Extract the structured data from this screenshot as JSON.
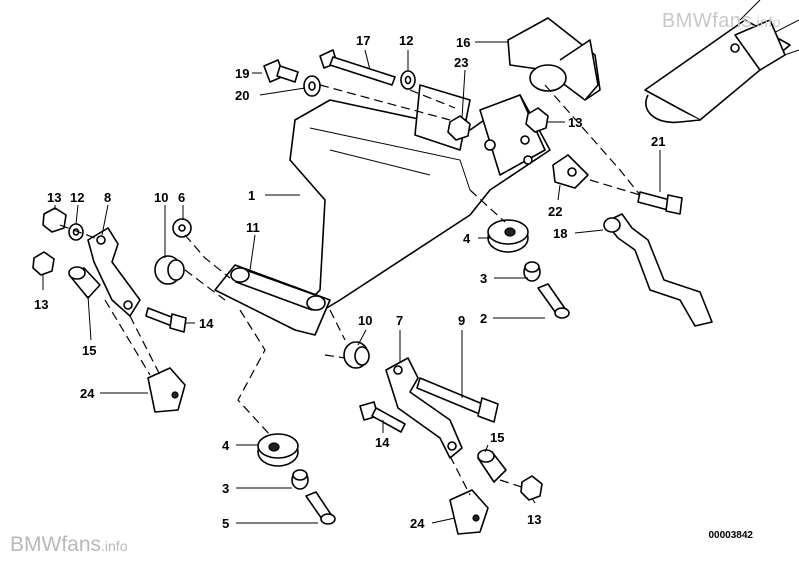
{
  "watermark": {
    "brand": "BMWfans",
    "suffix": ".info"
  },
  "diagram_code": "00003842",
  "callouts": {
    "c1": "1",
    "c2": "2",
    "c3a": "3",
    "c3b": "3",
    "c4a": "4",
    "c4b": "4",
    "c5": "5",
    "c6": "6",
    "c7": "7",
    "c8": "8",
    "c9": "9",
    "c10a": "10",
    "c10b": "10",
    "c11": "11",
    "c12a": "12",
    "c12b": "12",
    "c13a": "13",
    "c13b": "13",
    "c13c": "13",
    "c13d": "13",
    "c14a": "14",
    "c14b": "14",
    "c15a": "15",
    "c15b": "15",
    "c16": "16",
    "c17": "17",
    "c18": "18",
    "c19": "19",
    "c20": "20",
    "c21": "21",
    "c22": "22",
    "c23": "23",
    "c24a": "24",
    "c24b": "24"
  }
}
